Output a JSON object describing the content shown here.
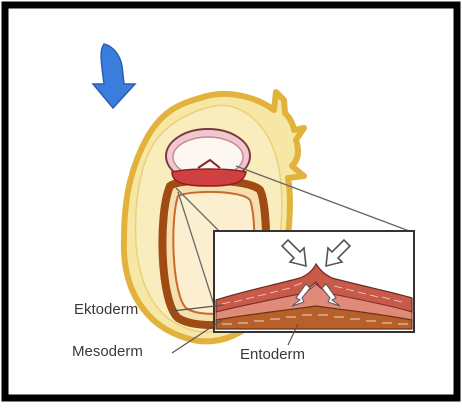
{
  "labels": {
    "ektoderm": "Ektoderm",
    "mesoderm": "Mesoderm",
    "entoderm": "Entoderm"
  },
  "colors": {
    "border": "#000000",
    "yolk_fill": "#f7e7a4",
    "yolk_outline": "#e2b23c",
    "brown": "#a04a14",
    "amnion_pink": "#f3c7cf",
    "embryo_red": "#d04040",
    "arrow_blue": "#3b7ddd",
    "label_text": "#3a3a3a"
  },
  "icons": {
    "view_arrow": "arrow-down-curved-icon",
    "inset_arrows": "converging-arrows-icon"
  }
}
